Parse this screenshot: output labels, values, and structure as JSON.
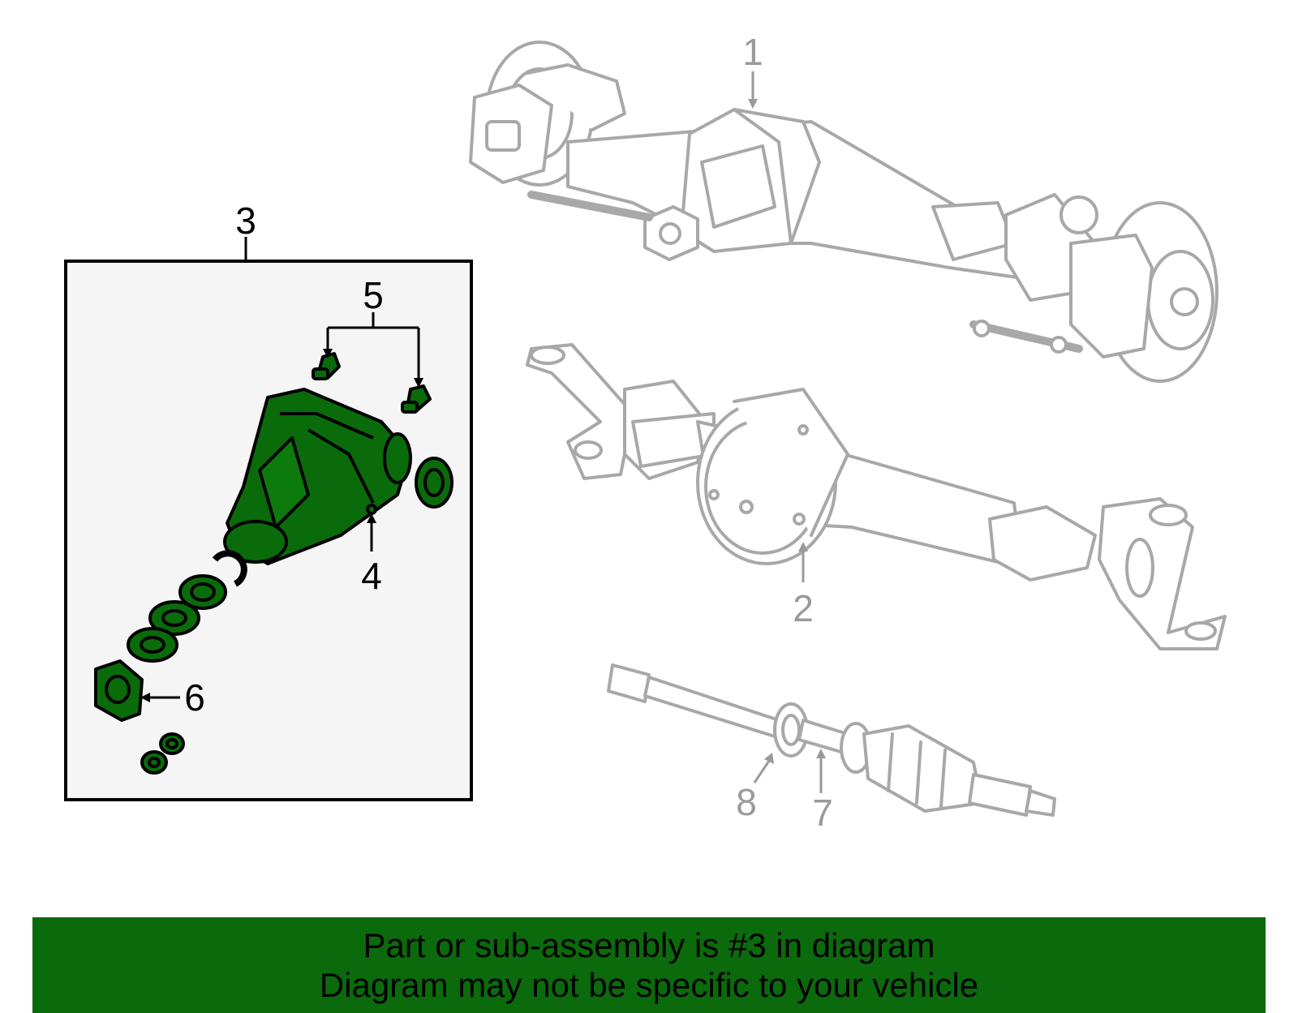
{
  "callouts": {
    "c1": "1",
    "c2": "2",
    "c3": "3",
    "c4": "4",
    "c5": "5",
    "c6": "6",
    "c7": "7",
    "c8": "8"
  },
  "colors": {
    "highlight_fill": "#0a6b0a",
    "ghost_stroke": "#a8a8a8",
    "panel_fill": "#f5f5f5",
    "banner_fill": "#0b6a0b"
  },
  "footer": {
    "line1": "Part or sub-assembly is #3 in diagram",
    "line2": "Diagram may not be specific to your vehicle"
  }
}
